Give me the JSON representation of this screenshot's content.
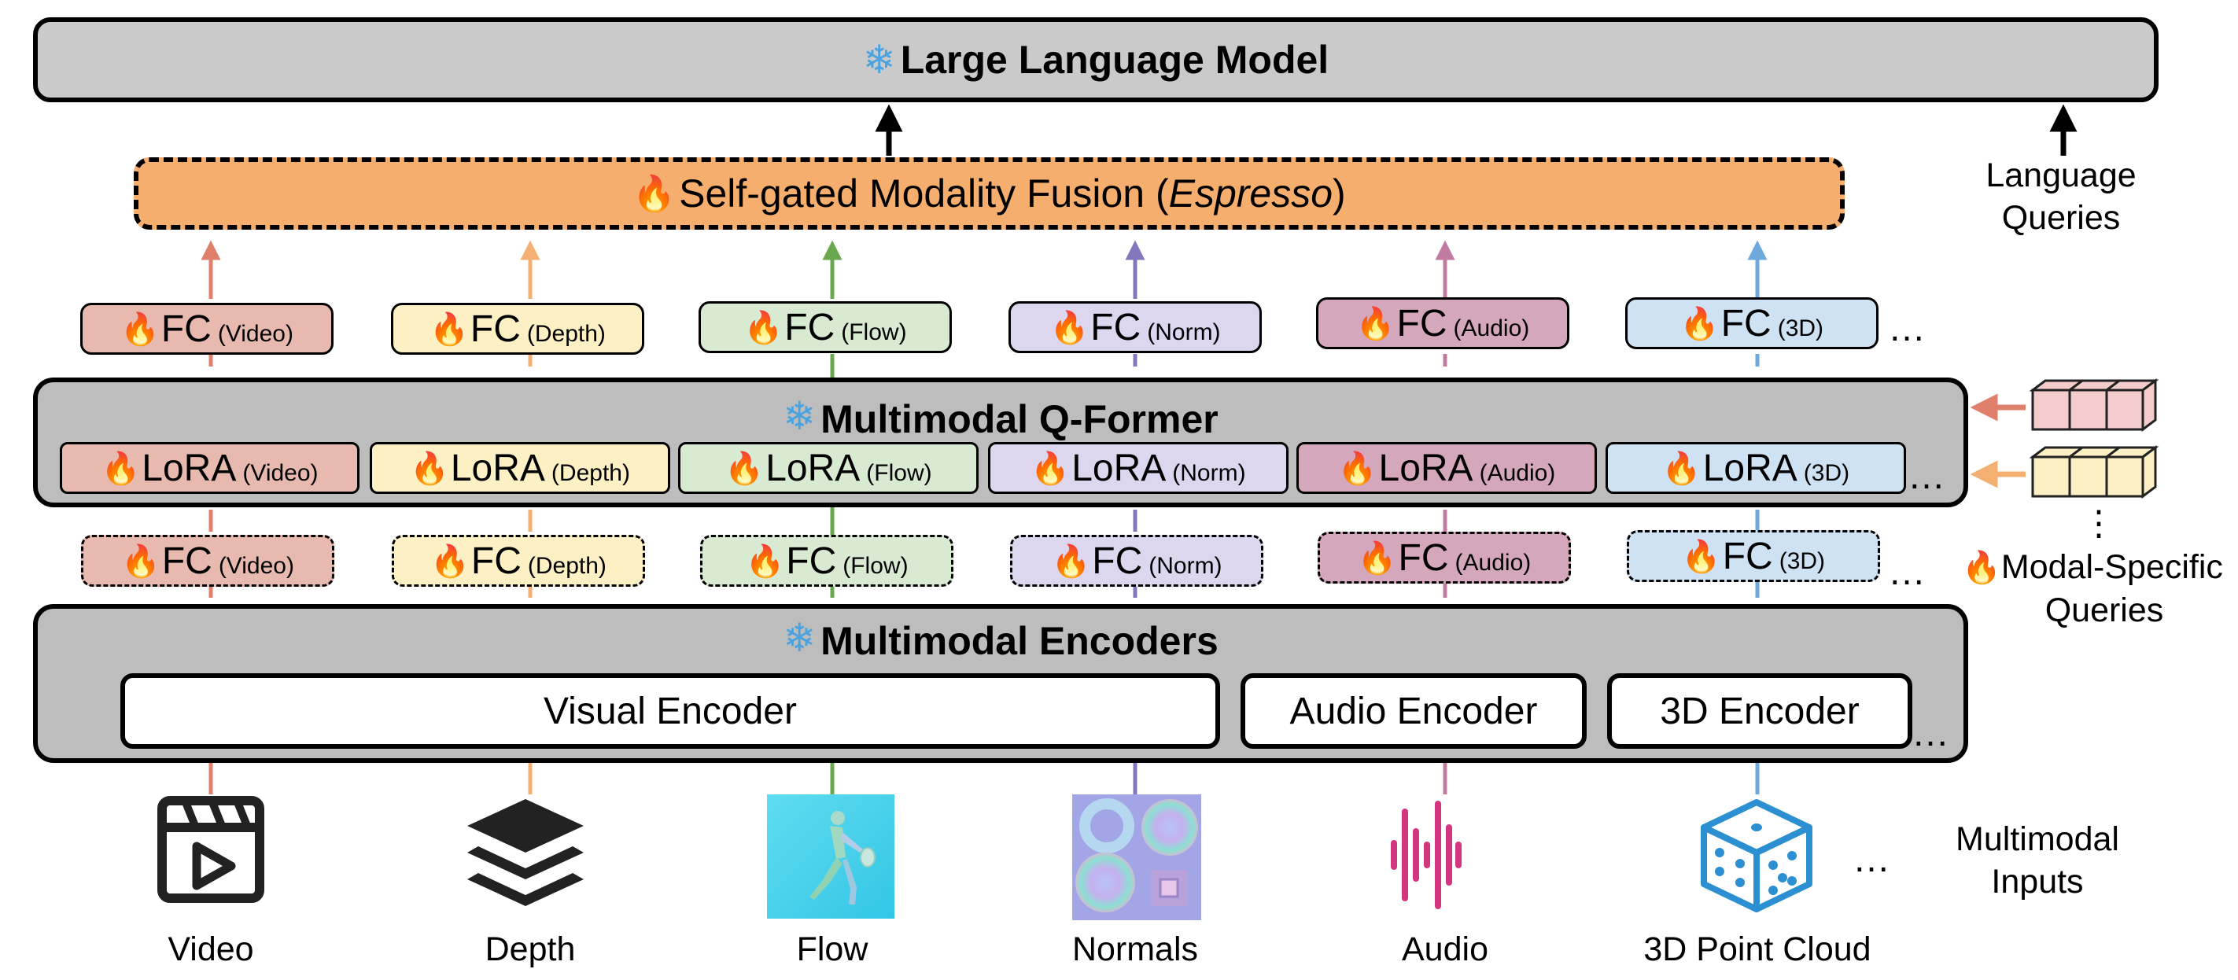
{
  "llm": {
    "title": "Large Language Model",
    "icon": "snowflake-icon"
  },
  "fusion": {
    "title_prefix": "Self-gated Modality Fusion (",
    "title_italic": "Espresso",
    "title_suffix": ")",
    "icon": "flame-icon"
  },
  "qformer": {
    "title": "Multimodal Q-Former",
    "icon": "snowflake-icon"
  },
  "encoders": {
    "title": "Multimodal Encoders",
    "icon": "snowflake-icon",
    "visual": "Visual Encoder",
    "audio": "Audio Encoder",
    "threed": "3D Encoder"
  },
  "modalities": [
    {
      "key": "video",
      "fc_label": "FC",
      "fc_sub": "(Video)",
      "lora_label": "LoRA",
      "lora_sub": "(Video)",
      "input_label": "Video",
      "color": "#e8b9ae",
      "line": "#e07f6c"
    },
    {
      "key": "depth",
      "fc_label": "FC",
      "fc_sub": "(Depth)",
      "lora_label": "LoRA",
      "lora_sub": "(Depth)",
      "input_label": "Depth",
      "color": "#fdf0c5",
      "line": "#f4b072"
    },
    {
      "key": "flow",
      "fc_label": "FC",
      "fc_sub": "(Flow)",
      "lora_label": "LoRA",
      "lora_sub": "(Flow)",
      "input_label": "Flow",
      "color": "#d9ead3",
      "line": "#6aa84f"
    },
    {
      "key": "norm",
      "fc_label": "FC",
      "fc_sub": "(Norm)",
      "lora_label": "LoRA",
      "lora_sub": "(Norm)",
      "input_label": "Normals",
      "color": "#dcd6ee",
      "line": "#8577bd"
    },
    {
      "key": "audio",
      "fc_label": "FC",
      "fc_sub": "(Audio)",
      "lora_label": "LoRA",
      "lora_sub": "(Audio)",
      "input_label": "Audio",
      "color": "#d5a7bd",
      "line": "#c27ba0"
    },
    {
      "key": "3d",
      "fc_label": "FC",
      "fc_sub": "(3D)",
      "lora_label": "LoRA",
      "lora_sub": "(3D)",
      "input_label": "3D Point Cloud",
      "color": "#cfe2f3",
      "line": "#6fa8dc"
    }
  ],
  "ellipsis": "…",
  "vertical_ellipsis": "⋮",
  "side": {
    "language_queries": [
      "Language",
      "Queries"
    ],
    "modal_queries": [
      "Modal-Specific",
      "Queries"
    ],
    "multimodal_inputs": [
      "Multimodal",
      "Inputs"
    ]
  },
  "colors": {
    "query_pink": "#f4cccc",
    "query_yellow": "#fdf0c5",
    "arrow_pink": "#e07f6c",
    "arrow_orange": "#f4b072"
  }
}
